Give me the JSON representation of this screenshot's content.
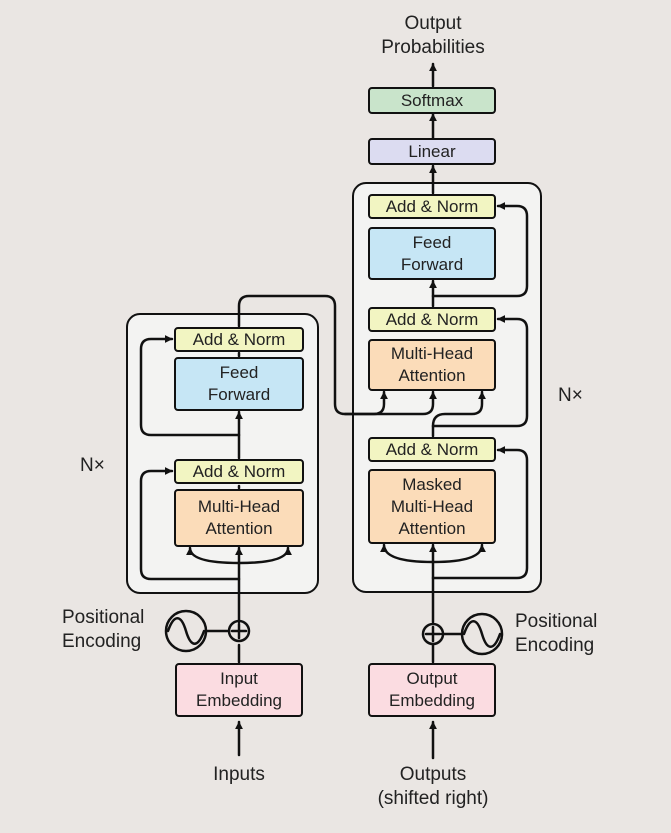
{
  "output": {
    "label": "Output\nProbabilities"
  },
  "softmax": {
    "label": "Softmax"
  },
  "linear": {
    "label": "Linear"
  },
  "encoder": {
    "repeat": "N×",
    "add_norm_top": "Add & Norm",
    "feed_forward": "Feed\nForward",
    "add_norm_bottom": "Add & Norm",
    "attention": "Multi-Head\nAttention"
  },
  "decoder": {
    "repeat": "N×",
    "add_norm_top": "Add & Norm",
    "feed_forward": "Feed\nForward",
    "add_norm_mid": "Add & Norm",
    "cross_attention": "Multi-Head\nAttention",
    "add_norm_bottom": "Add & Norm",
    "masked_attention": "Masked\nMulti-Head\nAttention"
  },
  "positional_encoding": {
    "left": "Positional\nEncoding",
    "right": "Positional\nEncoding"
  },
  "input_embedding": {
    "label": "Input\nEmbedding"
  },
  "output_embedding": {
    "label": "Output\nEmbedding"
  },
  "inputs": {
    "label": "Inputs"
  },
  "outputs": {
    "label": "Outputs\n(shifted right)"
  }
}
